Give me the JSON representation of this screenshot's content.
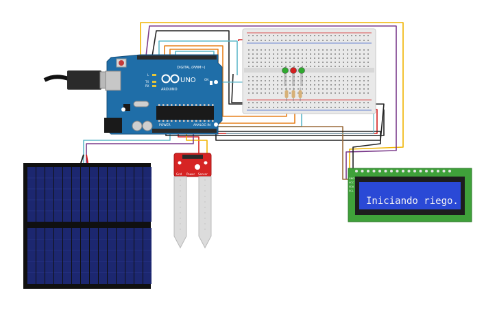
{
  "arduino": {
    "brand_label": "ARDUINO",
    "model_label": "UNO",
    "digital_header_label": "DIGITAL (PWM~)",
    "power_header_label": "POWER",
    "analog_header_label": "ANALOG IN",
    "led_labels": [
      "L",
      "TX",
      "RX"
    ],
    "on_label": "ON"
  },
  "soil_sensor": {
    "pin_labels": [
      "Gnd",
      "Power",
      "Sensor"
    ]
  },
  "lcd": {
    "message": "Iniciando riego.",
    "pin_labels": [
      "GND",
      "VCC",
      "SDA",
      "SCL"
    ],
    "screen_color": "#2a49d6",
    "board_color": "#3fa13a"
  },
  "breadboard": {
    "leds": [
      {
        "name": "green",
        "color": "#2fa82f"
      },
      {
        "name": "red",
        "color": "#d42020"
      },
      {
        "name": "green",
        "color": "#2fa82f"
      }
    ]
  },
  "colors": {
    "arduino_board": "#1f6ea8",
    "sensor_board": "#d62424",
    "solar_cell": "#1c2770",
    "wire_yellow": "#f0b400",
    "wire_purple": "#7a3a8a",
    "wire_orange": "#e7801c",
    "wire_cyan": "#5fb8c9",
    "wire_black": "#222222",
    "wire_red": "#d42020",
    "wire_brown": "#9a6a3a"
  }
}
